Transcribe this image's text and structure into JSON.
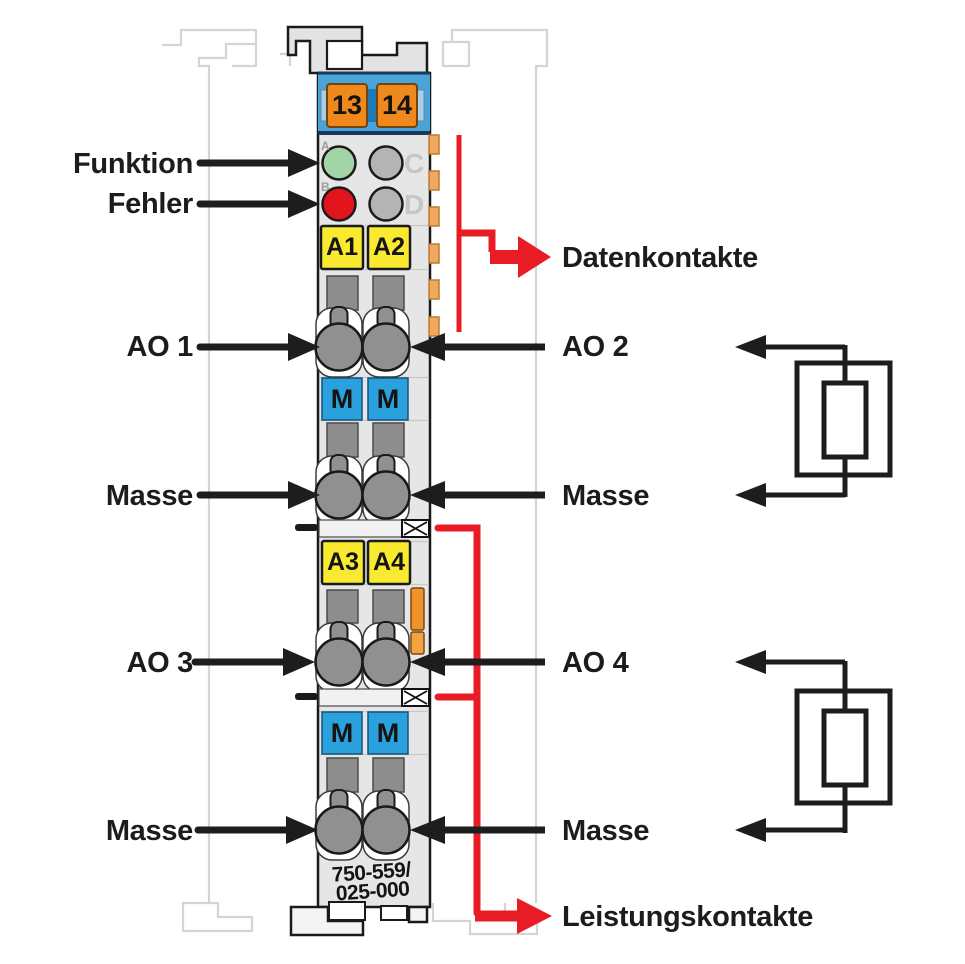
{
  "diagram": {
    "device": {
      "part_number_line1": "750-559/",
      "part_number_line2": "025-000",
      "power_jumper_terminals": [
        "13",
        "14"
      ],
      "led_markers": {
        "a": "A",
        "b": "B",
        "c": "C",
        "d": "D"
      },
      "output_labels_upper": [
        "A1",
        "A2"
      ],
      "output_labels_lower": [
        "A3",
        "A4"
      ],
      "ground_marker": "M"
    },
    "callouts": {
      "funktion": "Funktion",
      "fehler": "Fehler",
      "ao1": "AO 1",
      "ao2": "AO 2",
      "ao3": "AO 3",
      "ao4": "AO 4",
      "masse": "Masse",
      "datenkontakte": "Datenkontakte",
      "leistungskontakte": "Leistungskontakte"
    },
    "colors": {
      "callout_red": "#e81c24",
      "header_blue": "#4ba4d9",
      "terminal_orange": "#f0891c",
      "label_yellow": "#f9ea30",
      "label_blue": "#2aa0dc",
      "led_green": "#a3d4a8",
      "led_red": "#e3141c",
      "led_gray": "#b4b4b4",
      "body_gray": "#e6e6e6"
    }
  }
}
